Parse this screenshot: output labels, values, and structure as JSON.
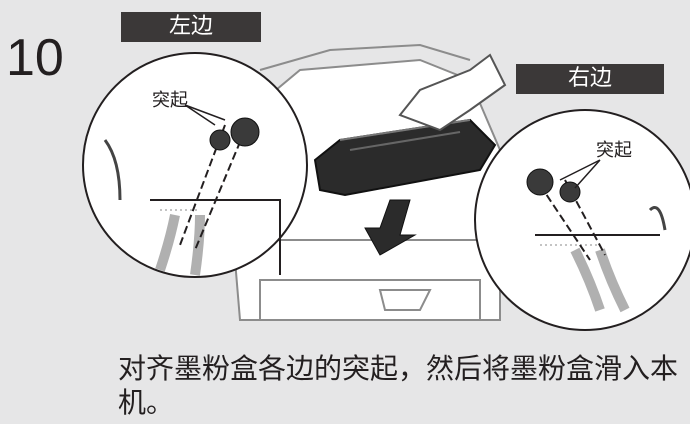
{
  "step": {
    "number": "10"
  },
  "tabs": {
    "left": "左边",
    "right": "右边"
  },
  "callouts": {
    "left": "突起",
    "right": "突起"
  },
  "instruction": {
    "text": "对齐墨粉盒各边的突起，然后将墨粉盒滑入本机。"
  }
}
